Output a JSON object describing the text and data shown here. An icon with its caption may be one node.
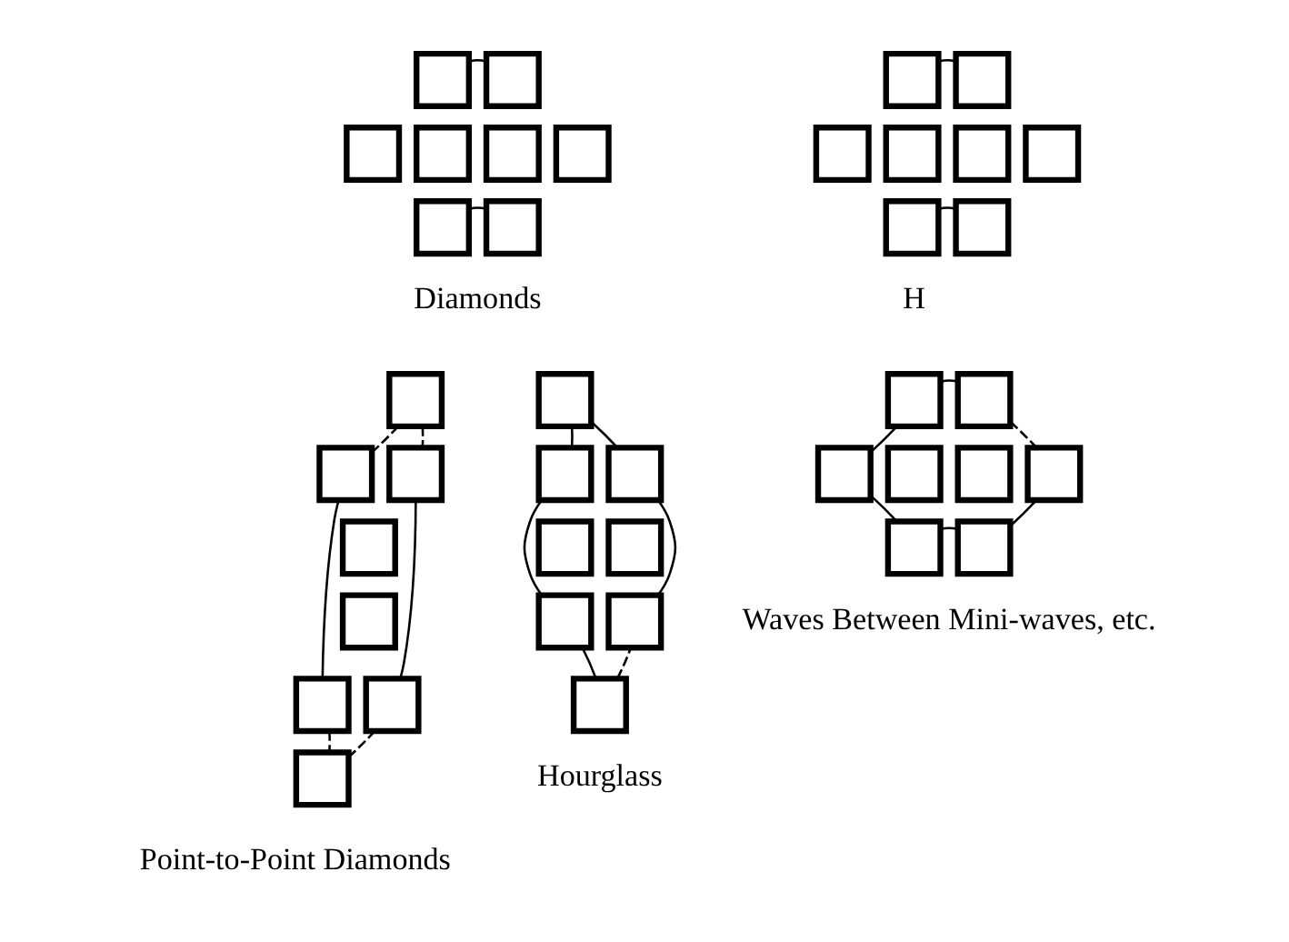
{
  "diagram": {
    "nodes": [
      {
        "text": [],
        "shape": "box"
      },
      {
        "text": [],
        "shape": "box"
      },
      {
        "text": [],
        "shape": "box"
      },
      {
        "text": [],
        "shape": "box"
      },
      {
        "text": [],
        "shape": "box"
      },
      {
        "text": [],
        "shape": "box"
      },
      {
        "text": [],
        "shape": "box"
      },
      {
        "text": [],
        "shape": "box"
      },
      {
        "text": [],
        "shape": "box"
      },
      {
        "text": [],
        "shape": "box"
      },
      {
        "text": [],
        "shape": "box"
      },
      {
        "text": [],
        "shape": "box"
      },
      {
        "text": [],
        "shape": "box"
      },
      {
        "text": [],
        "shape": "box"
      },
      {
        "text": [],
        "shape": "box"
      },
      {
        "text": [],
        "shape": "box"
      },
      {
        "text": [],
        "shape": "box"
      },
      {
        "text": [],
        "shape": "box"
      },
      {
        "text": [],
        "shape": "box"
      },
      {
        "text": [],
        "shape": "box"
      },
      {
        "text": [],
        "shape": "box"
      },
      {
        "text": [],
        "shape": "box"
      },
      {
        "text": [],
        "shape": "box"
      },
      {
        "text": [],
        "shape": "box"
      },
      {
        "text": [],
        "shape": "box"
      },
      {
        "text": [],
        "shape": "box"
      },
      {
        "text": [],
        "shape": "box"
      },
      {
        "text": [],
        "shape": "box"
      },
      {
        "text": [],
        "shape": "box"
      },
      {
        "text": [],
        "shape": "box"
      },
      {
        "text": [],
        "shape": "box"
      },
      {
        "text": [],
        "shape": "box"
      },
      {
        "text": [],
        "shape": "box"
      },
      {
        "text": [],
        "shape": "box"
      },
      {
        "text": [],
        "shape": "box"
      },
      {
        "text": [],
        "shape": "box"
      },
      {
        "text": [],
        "shape": "box"
      },
      {
        "text": [],
        "shape": "box"
      },
      {
        "text": [],
        "shape": "box"
      },
      {
        "text": [],
        "shape": "box"
      }
    ],
    "edges": [
      {
        "from": 0,
        "to": 1,
        "arrow": "none"
      },
      {
        "from": 6,
        "to": 7,
        "arrow": "none"
      },
      {
        "from": 8,
        "to": 9,
        "arrow": "none"
      },
      {
        "from": 14,
        "to": 15,
        "arrow": "none"
      },
      {
        "from": 16,
        "to": 17,
        "arrow": "none",
        "style": "dashed"
      },
      {
        "from": 16,
        "to": 18,
        "arrow": "none",
        "style": "dashed"
      },
      {
        "from": 17,
        "to": 21,
        "arrow": "none"
      },
      {
        "from": 18,
        "to": 22,
        "arrow": "none"
      },
      {
        "from": 21,
        "to": 23,
        "arrow": "none",
        "style": "dashed"
      },
      {
        "from": 22,
        "to": 23,
        "arrow": "none",
        "style": "dashed"
      },
      {
        "from": 24,
        "to": 25,
        "arrow": "none"
      },
      {
        "from": 24,
        "to": 26,
        "arrow": "none"
      },
      {
        "from": 25,
        "to": 29,
        "arrow": "none"
      },
      {
        "from": 26,
        "to": 30,
        "arrow": "none"
      },
      {
        "from": 29,
        "to": 31,
        "arrow": "none"
      },
      {
        "from": 31,
        "to": 30,
        "arrow": "none",
        "style": "dashed"
      },
      {
        "from": 32,
        "to": 33,
        "arrow": "none"
      },
      {
        "from": 38,
        "to": 39,
        "arrow": "none"
      },
      {
        "from": 34,
        "to": 32,
        "arrow": "none"
      },
      {
        "from": 34,
        "to": 38,
        "arrow": "none"
      },
      {
        "from": 33,
        "to": 37,
        "arrow": "none",
        "style": "dashed"
      },
      {
        "from": 39,
        "to": 37,
        "arrow": "none"
      }
    ],
    "labels": [
      "Diamonds",
      "H",
      "Point-to-Point Diamonds",
      "Hourglass",
      "Waves Between Mini-waves, etc."
    ]
  }
}
